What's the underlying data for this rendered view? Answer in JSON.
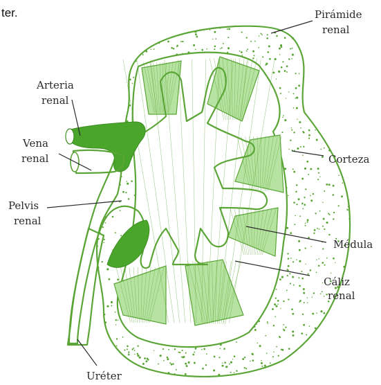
{
  "top_fragment": "ter.",
  "labels": {
    "piramide": [
      "Pirámide",
      "renal"
    ],
    "arteria": [
      "Arteria",
      "renal"
    ],
    "vena": [
      "Vena",
      "renal"
    ],
    "pelvis": [
      "Pelvis",
      "renal"
    ],
    "corteza": "Corteza",
    "medula": "Médula",
    "caliz": [
      "Cáliz",
      "renal"
    ],
    "ureter": "Uréter"
  },
  "colors": {
    "outline": "#5aa536",
    "vessel": "#4aa52b",
    "medulla": "#b7e3a2",
    "stipple": "#5aa536"
  }
}
